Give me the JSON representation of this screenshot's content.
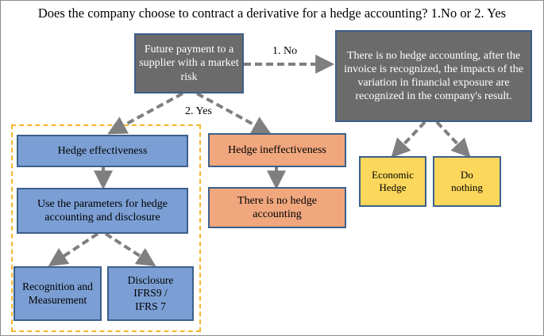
{
  "title": "Does the company choose to contract a derivative for a hedge accounting? 1.No or 2. Yes",
  "nodes": {
    "future_payment": "Future payment to a supplier with a market risk",
    "no_hedge_accounting_result": "There is no hedge accounting, after the invoice is recognized, the impacts of the variation in financial exposure are recognized in the company's result.",
    "hedge_effectiveness": "Hedge effectiveness",
    "hedge_ineffectiveness": "Hedge ineffectiveness",
    "use_parameters": "Use the parameters for hedge accounting and disclosure",
    "no_hedge_accounting": "There is no hedge accounting",
    "recognition_measurement": "Recognition and Measurement",
    "disclosure": "Disclosure IFRS9 / IFRS 7",
    "economic_hedge": "Economic Hedge",
    "do_nothing": "Do nothing"
  },
  "edge_labels": {
    "no": "1. No",
    "yes": "2. Yes"
  },
  "colors": {
    "gray_box": "#6b6b6b",
    "blue_box": "#7b9fd4",
    "orange_box": "#f0a77e",
    "yellow_box": "#fbd75b",
    "box_border": "#3d5f8a",
    "arrow": "#7f7f7f",
    "group_border": "#f3b62b"
  }
}
